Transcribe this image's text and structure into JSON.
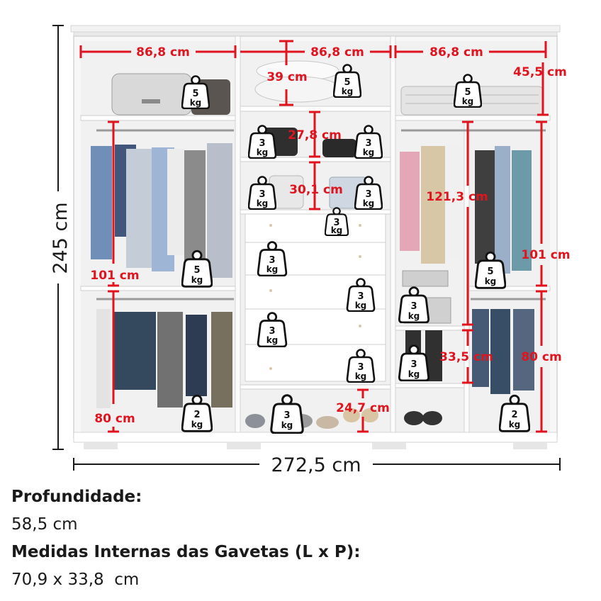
{
  "dimensions": {
    "total_height": "245 cm",
    "total_width": "272,5 cm",
    "col_width_left": "86,8 cm",
    "col_width_center": "86,8 cm",
    "col_width_right": "86,8 cm",
    "top_shelf_center": "39 cm",
    "top_shelf_right": "45,5 cm",
    "niche_upper": "27,8 cm",
    "niche_lower": "30,1 cm",
    "left_upper_hang": "101 cm",
    "left_lower_hang": "80 cm",
    "right_long_hang": "121,3 cm",
    "right_upper_hang": "101 cm",
    "right_lower_hang": "80 cm",
    "shoe_niche": "33,5 cm",
    "bottom_shelf_center": "24,7 cm"
  },
  "weights": {
    "left_top": {
      "num": "5",
      "unit": "kg"
    },
    "center_top": {
      "num": "5",
      "unit": "kg"
    },
    "right_top": {
      "num": "5",
      "unit": "kg"
    },
    "niche1_left": {
      "num": "3",
      "unit": "kg"
    },
    "niche1_right": {
      "num": "3",
      "unit": "kg"
    },
    "niche2_left": {
      "num": "3",
      "unit": "kg"
    },
    "niche2_right": {
      "num": "3",
      "unit": "kg"
    },
    "drawer_top": {
      "num": "3",
      "unit": "kg"
    },
    "drawer_1": {
      "num": "3",
      "unit": "kg"
    },
    "drawer_2": {
      "num": "3",
      "unit": "kg"
    },
    "drawer_3": {
      "num": "3",
      "unit": "kg"
    },
    "drawer_4": {
      "num": "3",
      "unit": "kg"
    },
    "left_rod_upper": {
      "num": "5",
      "unit": "kg"
    },
    "left_rod_lower": {
      "num": "2",
      "unit": "kg"
    },
    "center_bottom": {
      "num": "3",
      "unit": "kg"
    },
    "right_rod_upper": {
      "num": "5",
      "unit": "kg"
    },
    "right_shelf_a": {
      "num": "3",
      "unit": "kg"
    },
    "right_shelf_b": {
      "num": "3",
      "unit": "kg"
    },
    "right_rod_lower": {
      "num": "2",
      "unit": "kg"
    }
  },
  "info": {
    "depth_label": "Profundidade:",
    "depth_value": "58,5 cm",
    "drawer_label": "Medidas Internas das Gavetas (L x P):",
    "drawer_value": "70,9 x 33,8  cm"
  }
}
